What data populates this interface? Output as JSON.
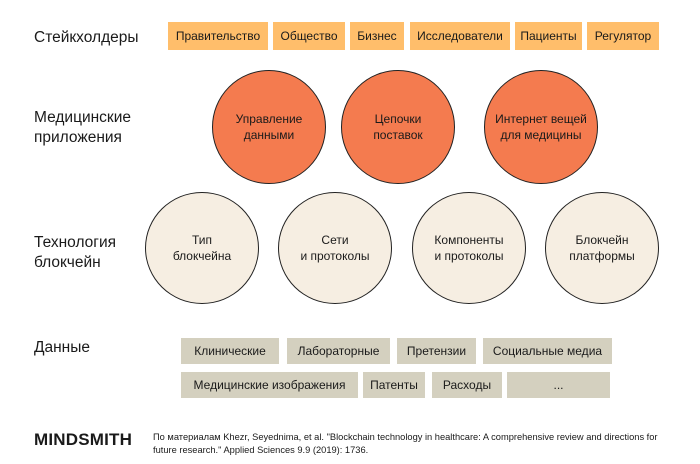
{
  "rows": {
    "stakeholders": "Стейкхолдеры",
    "apps": "Медицинские\nприложения",
    "tech": "Технология\nблокчейн",
    "data": "Данные"
  },
  "stakeholders": [
    "Правительство",
    "Общество",
    "Бизнес",
    "Исследователи",
    "Пациенты",
    "Регулятор"
  ],
  "applications": [
    "Управление\nданными",
    "Цепочки\nпоставок",
    "Интернет вещей\nдля медицины"
  ],
  "technologies": [
    "Тип\nблокчейна",
    "Сети\nи протоколы",
    "Компоненты\nи протоколы",
    "Блокчейн\nплатформы"
  ],
  "data_sources": [
    "Клинические",
    "Лабораторные",
    "Претензии",
    "Социальные медиа",
    "Медицинские изображения",
    "Патенты",
    "Расходы",
    "..."
  ],
  "footer": {
    "logo": "MINDSMITH",
    "citation": "По материалам Khezr, Seyednima, et al. \"Blockchain technology in healthcare: A comprehensive review and directions for future research.\" Applied Sciences 9.9 (2019): 1736."
  },
  "colors": {
    "stakeholder": "#ffbe6b",
    "application": "#f47b4f",
    "technology": "#f6eee2",
    "data": "#d4d0bf"
  }
}
